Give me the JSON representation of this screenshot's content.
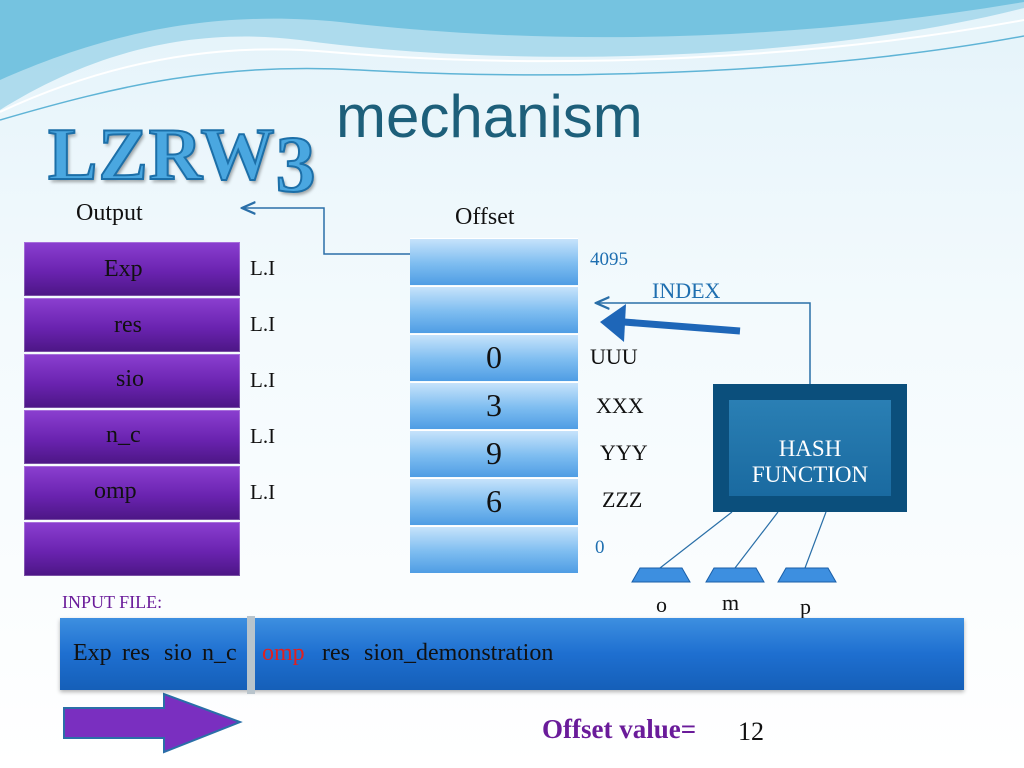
{
  "slide": {
    "title": "mechanism",
    "logo_text": "LZRW",
    "logo_subscript": "3"
  },
  "output": {
    "label": "Output",
    "cells": [
      "Exp",
      "res",
      "sio",
      "n_c",
      "omp",
      ""
    ],
    "tags": [
      "L.I",
      "L.I",
      "L.I",
      "L.I",
      "L.I"
    ]
  },
  "offset_table": {
    "label": "Offset",
    "cells": [
      "",
      "",
      "0",
      "3",
      "9",
      "6",
      ""
    ],
    "top_index": "4095",
    "bottom_index": "0",
    "index_label": "INDEX",
    "entries": [
      "UUU",
      "XXX",
      "YYY",
      "ZZZ"
    ]
  },
  "hash": {
    "line1": "HASH",
    "line2": "FUNCTION",
    "inputs": [
      "o",
      "m",
      "p"
    ]
  },
  "input_file": {
    "label": "INPUT FILE:",
    "segments": [
      "Exp",
      "res",
      "sio",
      "n_c",
      "omp",
      "res",
      "sion_demonstration"
    ]
  },
  "offset_value": {
    "label": "Offset value=",
    "value": "12"
  },
  "colors": {
    "title": "#1d5f7a",
    "accent_blue": "#1f6fb0",
    "highlight_red": "#e02020",
    "offset_label": "#6a1b9a"
  }
}
